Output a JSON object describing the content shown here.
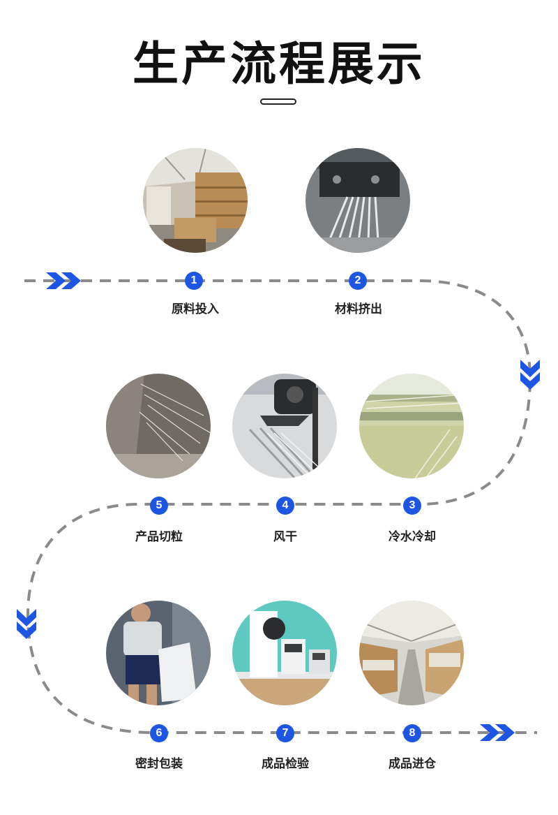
{
  "title": "生产流程展示",
  "colors": {
    "accent": "#1e56e4",
    "path": "#8a8a8a",
    "text": "#222222"
  },
  "steps": [
    {
      "number": "1",
      "label": "原料投入",
      "photo": "warehouse-material-bags"
    },
    {
      "number": "2",
      "label": "材料挤出",
      "photo": "extruder-strands"
    },
    {
      "number": "3",
      "label": "冷水冷却",
      "photo": "water-cooling-tank"
    },
    {
      "number": "4",
      "label": "风干",
      "photo": "air-dryer-fan"
    },
    {
      "number": "5",
      "label": "产品切粒",
      "photo": "pellet-cutting"
    },
    {
      "number": "6",
      "label": "密封包装",
      "photo": "worker-packing-bags"
    },
    {
      "number": "7",
      "label": "成品检验",
      "photo": "lab-testing-equipment"
    },
    {
      "number": "8",
      "label": "成品进仓",
      "photo": "finished-goods-warehouse"
    }
  ]
}
